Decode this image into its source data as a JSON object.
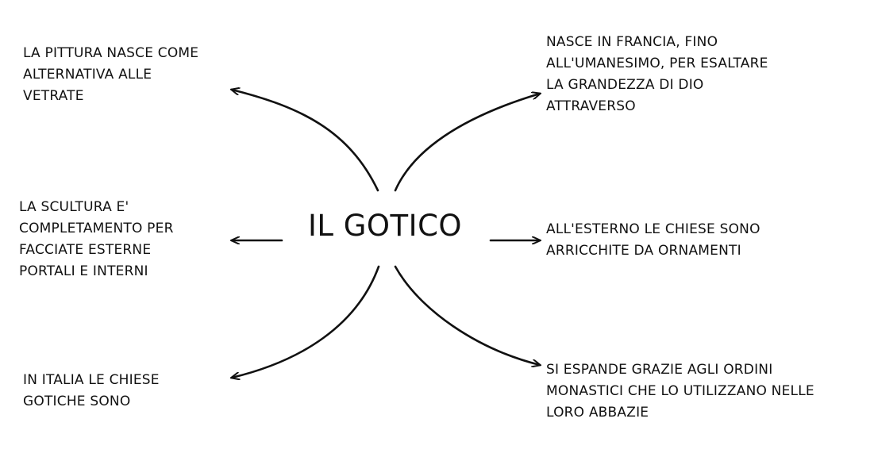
{
  "title": "IL GOTICO",
  "nodes": {
    "top_left": [
      "LA PITTURA NASCE COME",
      "ALTERNATIVA ALLE",
      "VETRATE"
    ],
    "middle_left": [
      "LA SCULTURA E'",
      "COMPLETAMENTO PER",
      "FACCIATE ESTERNE",
      "PORTALI E INTERNI"
    ],
    "bottom_left": [
      "IN ITALIA LE CHIESE",
      "GOTICHE SONO"
    ],
    "top_right": [
      "NASCE IN FRANCIA, FINO",
      "ALL'UMANESIMO, PER ESALTARE",
      "LA GRANDEZZA DI DIO",
      "ATTRAVERSO"
    ],
    "middle_right": [
      "ALL'ESTERNO LE CHIESE SONO",
      "ARRICCHITE DA ORNAMENTI"
    ],
    "bottom_right": [
      "SI ESPANDE GRAZIE AGLI ORDINI",
      "MONASTICI CHE LO UTILIZZANO NELLE",
      "LORO ABBAZIE"
    ]
  },
  "colors": {
    "ink": "#111111",
    "background": "#ffffff"
  }
}
